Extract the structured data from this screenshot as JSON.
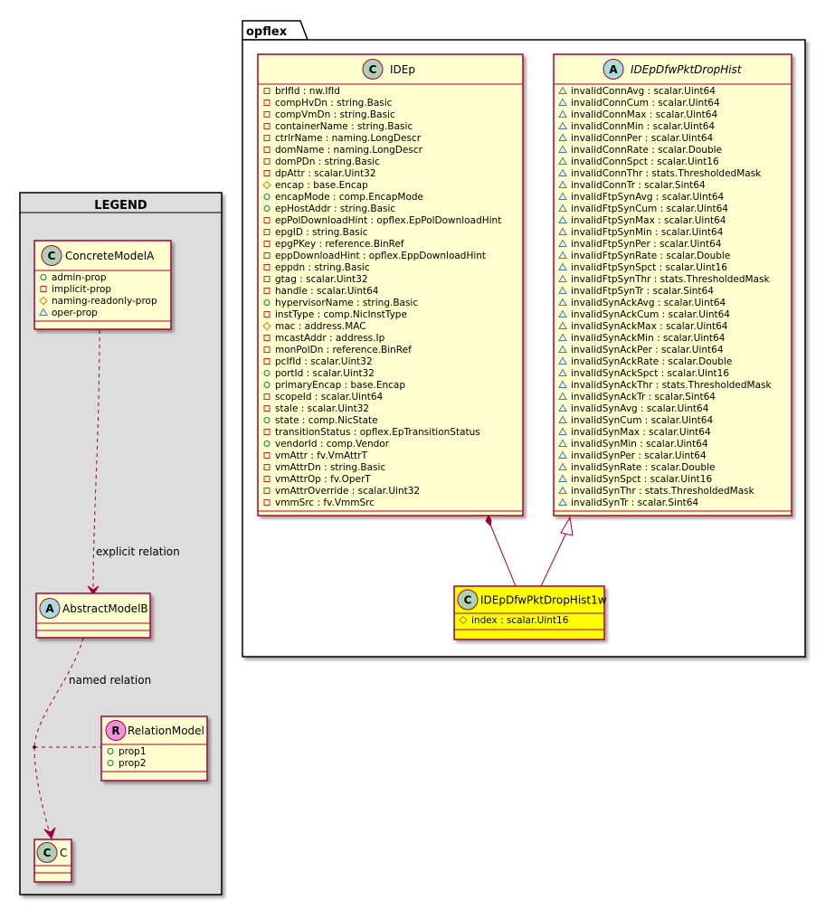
{
  "colors": {
    "class_fill": "#FEFECE",
    "highlight_fill": "#FFFF00",
    "border": "#A80036",
    "legend_fill": "#DDDDDD",
    "class_circle": "#ADD1B2",
    "abstract_circle": "#A9DCDF",
    "relation_circle": "#EB93DF"
  },
  "legend": {
    "title": "LEGEND",
    "concrete": {
      "stereotype": "C",
      "name": "ConcreteModelA",
      "attrs": [
        {
          "vis": "public",
          "text": "admin-prop"
        },
        {
          "vis": "private",
          "text": "implicit-prop"
        },
        {
          "vis": "protected",
          "text": "naming-readonly-prop"
        },
        {
          "vis": "package",
          "text": "oper-prop"
        }
      ]
    },
    "abstract": {
      "stereotype": "A",
      "name": "AbstractModelB",
      "attrs": []
    },
    "relation": {
      "stereotype": "R",
      "name": "RelationModel",
      "attrs": [
        {
          "vis": "public",
          "text": "prop1"
        },
        {
          "vis": "public",
          "text": "prop2"
        }
      ]
    },
    "target": {
      "stereotype": "C",
      "name": "C",
      "attrs": []
    },
    "explicit_label": "explicit relation",
    "named_label": "named relation"
  },
  "package": {
    "name": "opflex",
    "classes": [
      {
        "id": "IDEp",
        "stereotype": "C",
        "name": "IDEp",
        "abstract": false,
        "attrs": [
          {
            "vis": "private",
            "text": "brIfId : nw.IfId"
          },
          {
            "vis": "private",
            "text": "compHvDn : string.Basic"
          },
          {
            "vis": "private",
            "text": "compVmDn : string.Basic"
          },
          {
            "vis": "private",
            "text": "containerName : string.Basic"
          },
          {
            "vis": "private",
            "text": "ctrlrName : naming.LongDescr"
          },
          {
            "vis": "private",
            "text": "domName : naming.LongDescr"
          },
          {
            "vis": "private",
            "text": "domPDn : string.Basic"
          },
          {
            "vis": "private",
            "text": "dpAttr : scalar.Uint32"
          },
          {
            "vis": "protected",
            "text": "encap : base.Encap"
          },
          {
            "vis": "public",
            "text": "encapMode : comp.EncapMode"
          },
          {
            "vis": "public",
            "text": "epHostAddr : string.Basic"
          },
          {
            "vis": "private",
            "text": "epPolDownloadHint : opflex.EpPolDownloadHint"
          },
          {
            "vis": "private",
            "text": "epgID : string.Basic"
          },
          {
            "vis": "private",
            "text": "epgPKey : reference.BinRef"
          },
          {
            "vis": "private",
            "text": "eppDownloadHint : opflex.EppDownloadHint"
          },
          {
            "vis": "private",
            "text": "eppdn : string.Basic"
          },
          {
            "vis": "private",
            "text": "gtag : scalar.Uint32"
          },
          {
            "vis": "private",
            "text": "handle : scalar.Uint64"
          },
          {
            "vis": "public",
            "text": "hypervisorName : string.Basic"
          },
          {
            "vis": "private",
            "text": "instType : comp.NicInstType"
          },
          {
            "vis": "protected",
            "text": "mac : address.MAC"
          },
          {
            "vis": "private",
            "text": "mcastAddr : address.Ip"
          },
          {
            "vis": "private",
            "text": "monPolDn : reference.BinRef"
          },
          {
            "vis": "private",
            "text": "pcIfId : scalar.Uint32"
          },
          {
            "vis": "public",
            "text": "portId : scalar.Uint32"
          },
          {
            "vis": "public",
            "text": "primaryEncap : base.Encap"
          },
          {
            "vis": "private",
            "text": "scopeId : scalar.Uint64"
          },
          {
            "vis": "private",
            "text": "stale : scalar.Uint32"
          },
          {
            "vis": "public",
            "text": "state : comp.NicState"
          },
          {
            "vis": "private",
            "text": "transitionStatus : opflex.EpTransitionStatus"
          },
          {
            "vis": "public",
            "text": "vendorId : comp.Vendor"
          },
          {
            "vis": "private",
            "text": "vmAttr : fv.VmAttrT"
          },
          {
            "vis": "private",
            "text": "vmAttrDn : string.Basic"
          },
          {
            "vis": "private",
            "text": "vmAttrOp : fv.OperT"
          },
          {
            "vis": "private",
            "text": "vmAttrOverride : scalar.Uint32"
          },
          {
            "vis": "private",
            "text": "vmmSrc : fv.VmmSrc"
          }
        ]
      },
      {
        "id": "IDEpDfwPktDropHist",
        "stereotype": "A",
        "name": "IDEpDfwPktDropHist",
        "abstract": true,
        "attrs": [
          {
            "vis": "package",
            "text": "invalidConnAvg : scalar.Uint64"
          },
          {
            "vis": "package",
            "text": "invalidConnCum : scalar.Uint64"
          },
          {
            "vis": "package",
            "text": "invalidConnMax : scalar.Uint64"
          },
          {
            "vis": "package",
            "text": "invalidConnMin : scalar.Uint64"
          },
          {
            "vis": "package",
            "text": "invalidConnPer : scalar.Uint64"
          },
          {
            "vis": "package",
            "text": "invalidConnRate : scalar.Double"
          },
          {
            "vis": "package",
            "text": "invalidConnSpct : scalar.Uint16"
          },
          {
            "vis": "package",
            "text": "invalidConnThr : stats.ThresholdedMask"
          },
          {
            "vis": "package",
            "text": "invalidConnTr : scalar.Sint64"
          },
          {
            "vis": "package",
            "text": "invalidFtpSynAvg : scalar.Uint64"
          },
          {
            "vis": "package",
            "text": "invalidFtpSynCum : scalar.Uint64"
          },
          {
            "vis": "package",
            "text": "invalidFtpSynMax : scalar.Uint64"
          },
          {
            "vis": "package",
            "text": "invalidFtpSynMin : scalar.Uint64"
          },
          {
            "vis": "package",
            "text": "invalidFtpSynPer : scalar.Uint64"
          },
          {
            "vis": "package",
            "text": "invalidFtpSynRate : scalar.Double"
          },
          {
            "vis": "package",
            "text": "invalidFtpSynSpct : scalar.Uint16"
          },
          {
            "vis": "package",
            "text": "invalidFtpSynThr : stats.ThresholdedMask"
          },
          {
            "vis": "package",
            "text": "invalidFtpSynTr : scalar.Sint64"
          },
          {
            "vis": "package",
            "text": "invalidSynAckAvg : scalar.Uint64"
          },
          {
            "vis": "package",
            "text": "invalidSynAckCum : scalar.Uint64"
          },
          {
            "vis": "package",
            "text": "invalidSynAckMax : scalar.Uint64"
          },
          {
            "vis": "package",
            "text": "invalidSynAckMin : scalar.Uint64"
          },
          {
            "vis": "package",
            "text": "invalidSynAckPer : scalar.Uint64"
          },
          {
            "vis": "package",
            "text": "invalidSynAckRate : scalar.Double"
          },
          {
            "vis": "package",
            "text": "invalidSynAckSpct : scalar.Uint16"
          },
          {
            "vis": "package",
            "text": "invalidSynAckThr : stats.ThresholdedMask"
          },
          {
            "vis": "package",
            "text": "invalidSynAckTr : scalar.Sint64"
          },
          {
            "vis": "package",
            "text": "invalidSynAvg : scalar.Uint64"
          },
          {
            "vis": "package",
            "text": "invalidSynCum : scalar.Uint64"
          },
          {
            "vis": "package",
            "text": "invalidSynMax : scalar.Uint64"
          },
          {
            "vis": "package",
            "text": "invalidSynMin : scalar.Uint64"
          },
          {
            "vis": "package",
            "text": "invalidSynPer : scalar.Uint64"
          },
          {
            "vis": "package",
            "text": "invalidSynRate : scalar.Double"
          },
          {
            "vis": "package",
            "text": "invalidSynSpct : scalar.Uint16"
          },
          {
            "vis": "package",
            "text": "invalidSynThr : stats.ThresholdedMask"
          },
          {
            "vis": "package",
            "text": "invalidSynTr : scalar.Sint64"
          }
        ]
      },
      {
        "id": "IDEpDfwPktDropHist1w",
        "stereotype": "C",
        "name": "IDEpDfwPktDropHist1w",
        "abstract": false,
        "highlight": true,
        "attrs": [
          {
            "vis": "protected",
            "text": "index : scalar.Uint16"
          }
        ]
      }
    ]
  }
}
